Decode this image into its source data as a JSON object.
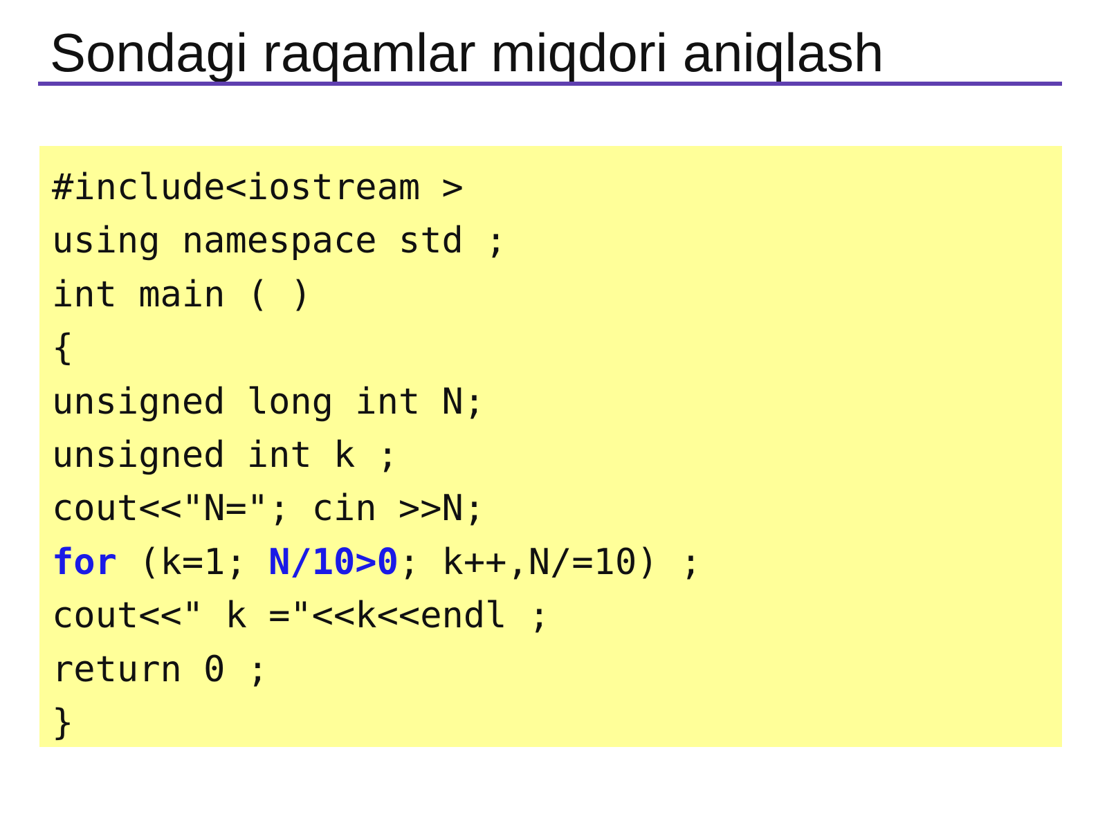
{
  "slide": {
    "title": "Sondagi raqamlar miqdori aniqlash",
    "accent_color": "#5f3fb0",
    "code_background": "#ffff99",
    "highlight_color": "#1a1ae6"
  },
  "code": {
    "line1": "#include<iostream >",
    "line2": "using namespace std ;",
    "line3": "int main ( )",
    "line4": "{",
    "line5": "unsigned long int N;",
    "line6": "unsigned int k ;",
    "line7": "cout<<\"N=\"; cin >>N;",
    "line8": {
      "keyword": "for",
      "part1": " (k=1; ",
      "condition": "N/10>0",
      "part2": "; k++,N/=10) ;"
    },
    "line9": "cout<<\" k =\"<<k<<endl ;",
    "line10": "return 0 ;",
    "line11": "}"
  }
}
